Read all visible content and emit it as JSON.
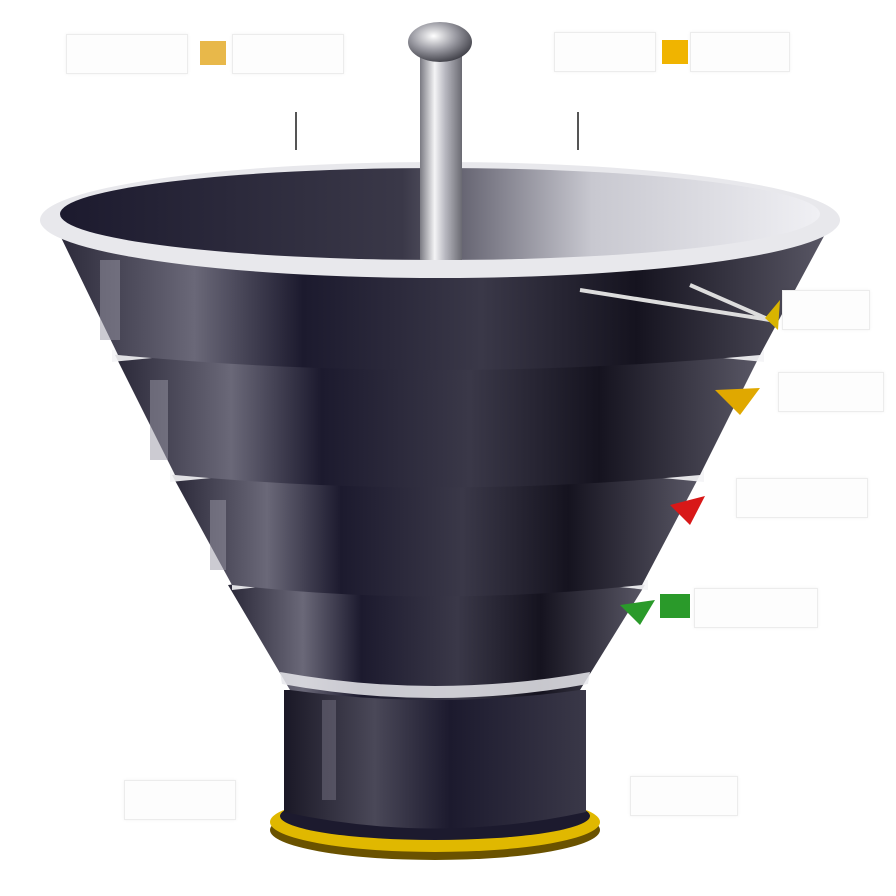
{
  "figure": {
    "subject": "funnel",
    "tiers": 4,
    "colors": {
      "body_dark": "#1c1a2e",
      "body_mid": "#4a4858",
      "highlight": "#f4f4f6",
      "rim": "#e8e8ec",
      "base_ring": "#e0b800",
      "base_ring_dark": "#8a6c00",
      "pin": "#c8c8cc"
    },
    "callouts": [
      {
        "id": "tier1",
        "color": "#d8b400"
      },
      {
        "id": "tier2",
        "color": "#e0a800"
      },
      {
        "id": "tier3",
        "color": "#d81818"
      },
      {
        "id": "tier4",
        "color": "#2a9a2a"
      }
    ],
    "legend": [
      {
        "id": "legend-left",
        "swatch_color": "#e8b84a"
      },
      {
        "id": "legend-right",
        "swatch_color": "#f0b400"
      }
    ],
    "labels": [
      "",
      "",
      "",
      "",
      "",
      "",
      "",
      "",
      ""
    ]
  }
}
